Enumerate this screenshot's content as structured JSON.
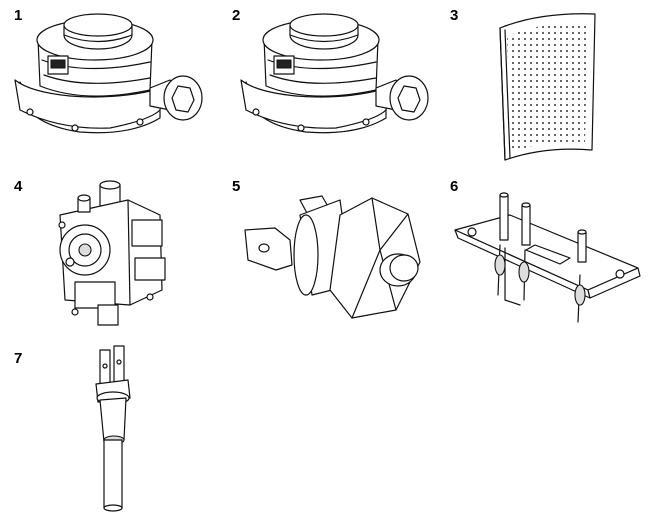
{
  "parts": [
    {
      "number": "1",
      "icon": "fan-icon"
    },
    {
      "number": "2",
      "icon": "fan-icon"
    },
    {
      "number": "3",
      "icon": "burner-panel-icon"
    },
    {
      "number": "4",
      "icon": "gas-valve-icon"
    },
    {
      "number": "5",
      "icon": "thermostat-icon"
    },
    {
      "number": "6",
      "icon": "electrode-bracket-icon"
    },
    {
      "number": "7",
      "icon": "sensor-probe-icon"
    }
  ]
}
